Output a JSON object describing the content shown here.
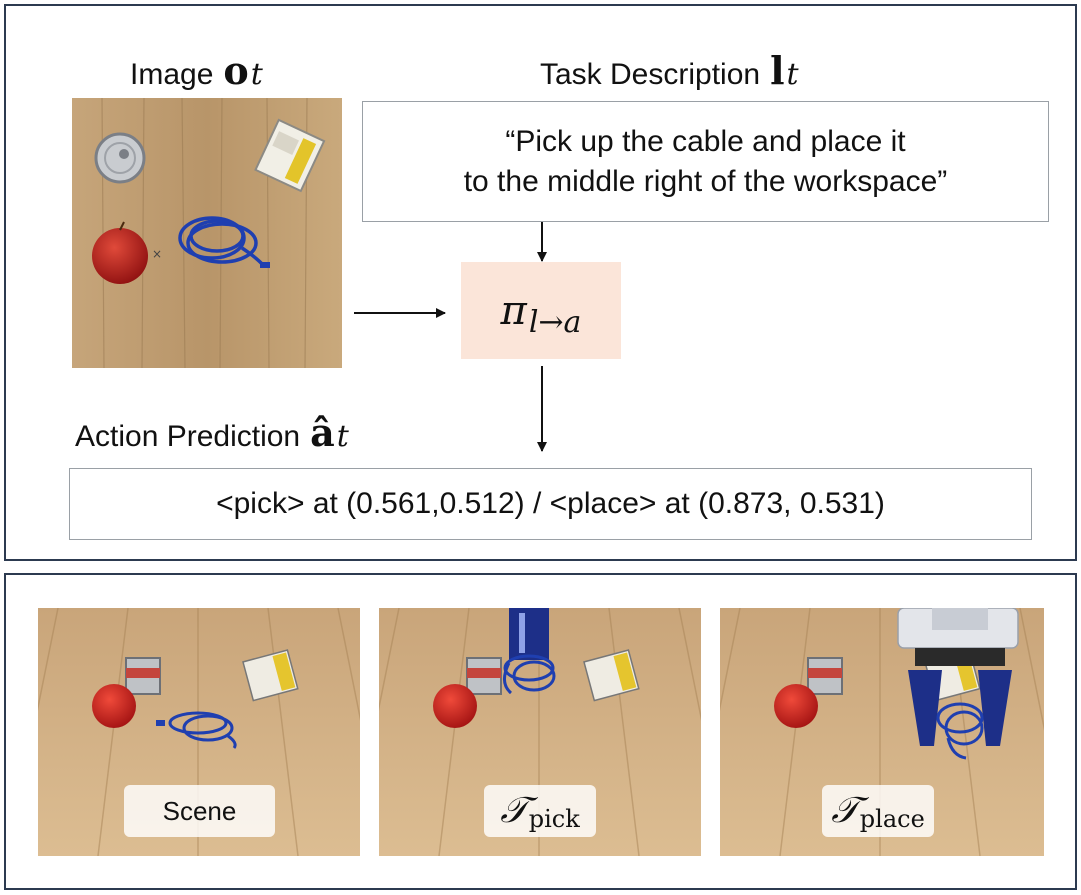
{
  "top": {
    "image_label": "Image",
    "image_symbol": "o",
    "image_subscript": "t",
    "task_label": "Task Description",
    "task_symbol": "l",
    "task_subscript": "t",
    "task_line1": "“Pick up the cable and place it",
    "task_line2": "to the middle right of the workspace”",
    "policy_symbol": "π",
    "policy_subscript": "l→a",
    "action_label": "Action Prediction",
    "action_symbol": "â",
    "action_subscript": "t",
    "action_text": "<pick> at (0.561,0.512) / <place> at (0.873, 0.531)"
  },
  "bottom": {
    "scene_label": "Scene",
    "pick_symbol": "𝒯",
    "pick_subscript": "pick",
    "place_symbol": "𝒯",
    "place_subscript": "place"
  },
  "colors": {
    "frame": "#2c3a50",
    "policy_fill": "#fbe5d9",
    "wood_light": "#d4b487",
    "wood_dark": "#b38f62",
    "cable": "#1f3fb0",
    "apple": "#c81e1e",
    "gripper": "#e3e5ea",
    "gripper_dark": "#1d2f88"
  }
}
